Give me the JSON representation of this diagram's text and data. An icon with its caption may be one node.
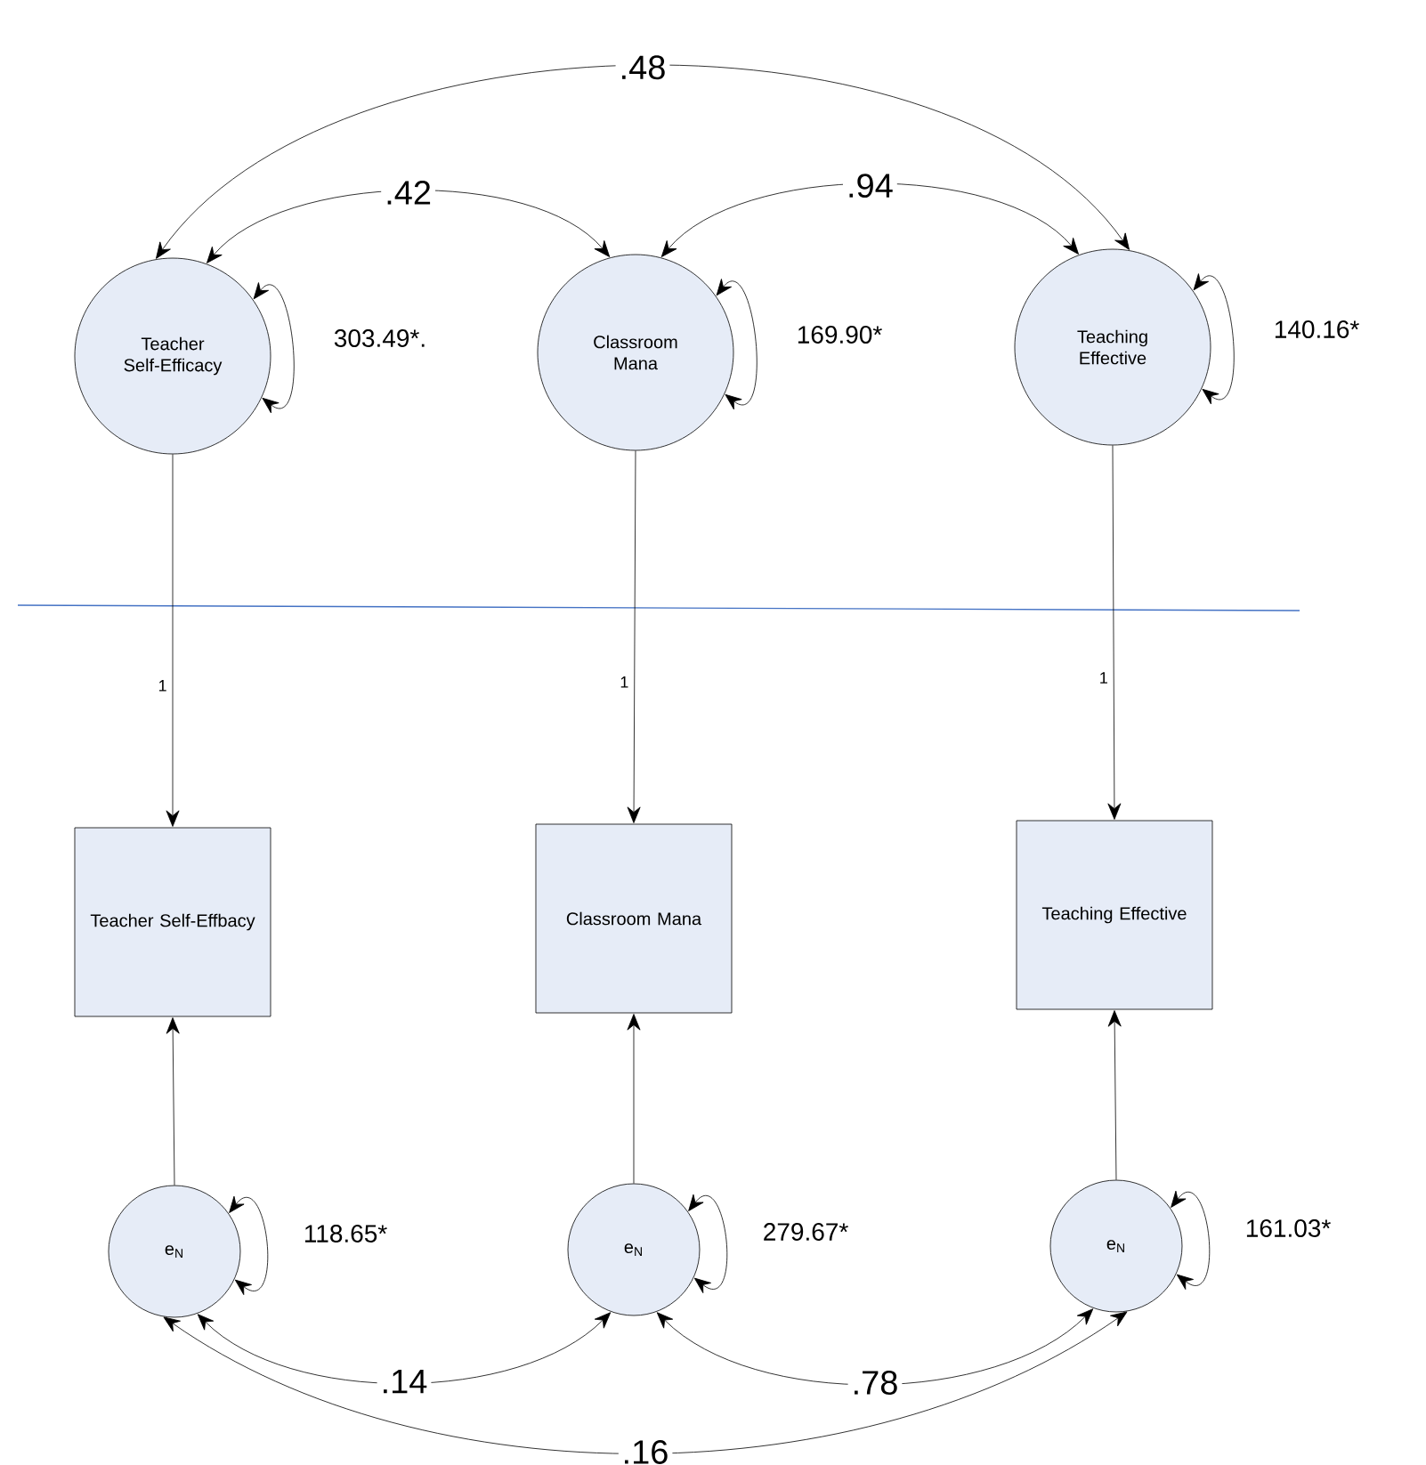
{
  "diagram": {
    "nodes": [
      {
        "text": [
          "Teacher Self-Efficacy"
        ]
      },
      {
        "text": [
          "Classroom Mana"
        ]
      },
      {
        "text": [
          "Teaching Effective"
        ]
      },
      {
        "text": [
          "Teacher Self-Effbacy"
        ]
      },
      {
        "text": [
          "Classroom Mana"
        ]
      },
      {
        "text": [
          "Teaching Effective"
        ]
      },
      {
        "text": [
          "e$_{N}$"
        ]
      },
      {
        "text": [
          "e$_{N}$"
        ]
      },
      {
        "text": [
          "e$_{N}$"
        ]
      }
    ],
    "edges": [
      {
        "from": 0,
        "to": 1,
        "arrow": "both",
        "label": ".42"
      },
      {
        "from": 1,
        "to": 2,
        "arrow": "both",
        "label": ".94"
      },
      {
        "from": 0,
        "to": 2,
        "arrow": "both",
        "label": ".48"
      },
      {
        "from": 0,
        "to": 0,
        "arrow": "both",
        "label": "303.49*."
      },
      {
        "from": 1,
        "to": 1,
        "arrow": "both",
        "label": "169.90*"
      },
      {
        "from": 2,
        "to": 2,
        "arrow": "both",
        "label": "140.16*"
      },
      {
        "from": 0,
        "to": 3,
        "arrow": "to",
        "label": "1"
      },
      {
        "from": 1,
        "to": 4,
        "arrow": "to",
        "label": "1"
      },
      {
        "from": 2,
        "to": 5,
        "arrow": "to",
        "label": "1"
      },
      {
        "from": 6,
        "to": 3,
        "arrow": "to"
      },
      {
        "from": 7,
        "to": 4,
        "arrow": "to"
      },
      {
        "from": 8,
        "to": 5,
        "arrow": "to"
      },
      {
        "from": 6,
        "to": 6,
        "arrow": "both",
        "label": "118.65*"
      },
      {
        "from": 7,
        "to": 7,
        "arrow": "both",
        "label": "279.67*"
      },
      {
        "from": 8,
        "to": 8,
        "arrow": "both",
        "label": "161.03*"
      },
      {
        "from": 6,
        "to": 7,
        "arrow": "both",
        "label": ".14"
      },
      {
        "from": 7,
        "to": 8,
        "arrow": "both",
        "label": ".78"
      },
      {
        "from": 6,
        "to": 8,
        "arrow": "both",
        "label": ".16"
      }
    ]
  }
}
